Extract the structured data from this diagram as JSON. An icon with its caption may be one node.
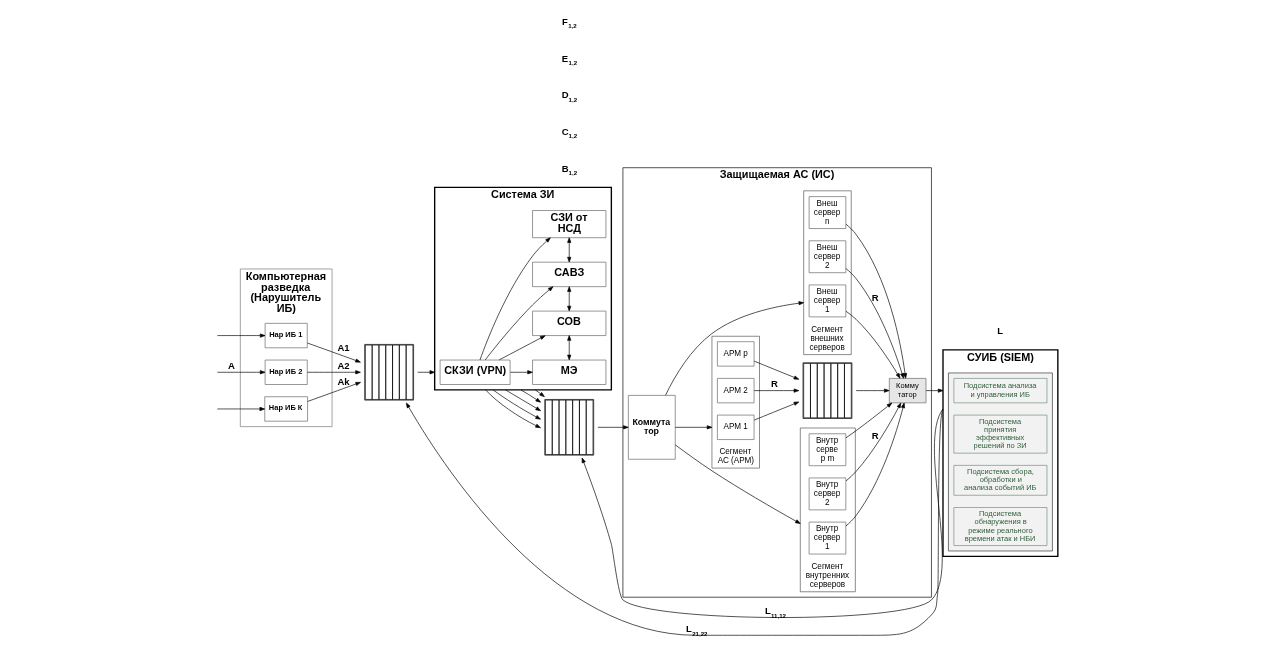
{
  "diagram": {
    "nodes": [
      {
        "text": [
          "Компьютерная разведка (Нарушитель ИБ)"
        ]
      },
      {
        "text": [
          "Нар ИБ 1"
        ],
        "in": 0
      },
      {
        "text": [
          "Нар ИБ 2"
        ],
        "in": 0
      },
      {
        "text": [
          "Нар ИБ К"
        ],
        "in": 0
      },
      {
        "text": [],
        "shape": "box"
      },
      {
        "text": [
          "Система ЗИ"
        ]
      },
      {
        "text": [
          "СКЗИ (VPN)"
        ],
        "in": 5
      },
      {
        "text": [
          "МЭ"
        ],
        "in": 5
      },
      {
        "text": [
          "СОВ"
        ],
        "in": 5
      },
      {
        "text": [
          "САВЗ"
        ],
        "in": 5
      },
      {
        "text": [
          "СЗИ от НСД"
        ],
        "in": 5
      },
      {
        "text": [],
        "shape": "box"
      },
      {
        "text": [
          "Защищаемая АС (ИС)"
        ]
      },
      {
        "text": [
          "Коммута тор"
        ],
        "in": 12
      },
      {
        "text": [
          "Сегмент внутренних серверов"
        ],
        "in": 12
      },
      {
        "text": [
          "Внутр сервер 1"
        ],
        "in": 14
      },
      {
        "text": [
          "Внутр сервер 2"
        ],
        "in": 14
      },
      {
        "text": [
          "Внутр серве р m"
        ],
        "in": 14
      },
      {
        "text": [
          "Сегмент АС (АРМ)"
        ],
        "in": 12
      },
      {
        "text": [
          "АРМ 1"
        ],
        "in": 18
      },
      {
        "text": [
          "АРМ 2"
        ],
        "in": 18
      },
      {
        "text": [
          "АРМ p"
        ],
        "in": 18
      },
      {
        "text": [
          "Сегмент внешних серверов"
        ],
        "in": 12
      },
      {
        "text": [
          "Внеш сервер 1"
        ],
        "in": 22
      },
      {
        "text": [
          "Внеш сервер 2"
        ],
        "in": 22
      },
      {
        "text": [
          "Внеш сервер n"
        ],
        "in": 22
      },
      {
        "text": [],
        "shape": "box",
        "in": 12
      },
      {
        "text": [
          "Комму татор"
        ],
        "in": 12
      },
      {
        "text": [
          "СУИБ (SIEM)"
        ]
      },
      {
        "text": [],
        "shape": "box",
        "in": 28
      },
      {
        "text": [
          "Подсистема анализа и управления ИБ"
        ],
        "in": 29
      },
      {
        "text": [
          "Подсистема принятия эффективных решений по ЗИ"
        ],
        "in": 29
      },
      {
        "text": [
          "Подсистема сбора, обработки и анализа событий ИБ"
        ],
        "in": 29
      },
      {
        "text": [
          "Подсистема обнаружения в режиме реального времени атак и НБИ"
        ],
        "in": 29
      }
    ],
    "edges": [
      {
        "from": null,
        "to": 1,
        "arrow": "to"
      },
      {
        "from": null,
        "to": 2,
        "arrow": "to",
        "label": "A"
      },
      {
        "from": null,
        "to": 3,
        "arrow": "to"
      },
      {
        "from": 1,
        "to": 4,
        "arrow": "to",
        "label": "A1"
      },
      {
        "from": 2,
        "to": 4,
        "arrow": "to",
        "label": "A2"
      },
      {
        "from": 3,
        "to": 4,
        "arrow": "to",
        "label": "Ak"
      },
      {
        "from": 4,
        "to": 5,
        "arrow": "to"
      },
      {
        "from": 6,
        "to": 7,
        "arrow": "to"
      },
      {
        "from": 6,
        "to": 8,
        "arrow": "to"
      },
      {
        "from": 6,
        "to": 9,
        "arrow": "to"
      },
      {
        "from": 6,
        "to": 10,
        "arrow": "to"
      },
      {
        "from": 7,
        "to": 8,
        "arrow": "both"
      },
      {
        "from": 8,
        "to": 9,
        "arrow": "both"
      },
      {
        "from": 9,
        "to": 10,
        "arrow": "both"
      },
      {
        "from": 5,
        "to": 11,
        "arrow": "to"
      },
      {
        "from": 5,
        "to": 11,
        "arrow": "to"
      },
      {
        "from": 5,
        "to": 11,
        "arrow": "to"
      },
      {
        "from": 5,
        "to": 11,
        "arrow": "to"
      },
      {
        "from": 5,
        "to": 11,
        "arrow": "to"
      },
      {
        "from": 11,
        "to": 13,
        "arrow": "to"
      },
      {
        "from": 13,
        "to": 14,
        "arrow": "to"
      },
      {
        "from": 13,
        "to": 18,
        "arrow": "to"
      },
      {
        "from": 13,
        "to": 22,
        "arrow": "to"
      },
      {
        "from": 15,
        "to": 27,
        "arrow": "to"
      },
      {
        "from": 16,
        "to": 27,
        "arrow": "to",
        "label": "R"
      },
      {
        "from": 17,
        "to": 27,
        "arrow": "to"
      },
      {
        "from": 19,
        "to": 26,
        "arrow": "to"
      },
      {
        "from": 20,
        "to": 26,
        "arrow": "to",
        "label": "R"
      },
      {
        "from": 21,
        "to": 26,
        "arrow": "to"
      },
      {
        "from": 26,
        "to": 27,
        "arrow": "to"
      },
      {
        "from": 23,
        "to": 27,
        "arrow": "to"
      },
      {
        "from": 24,
        "to": 27,
        "arrow": "to",
        "label": "R"
      },
      {
        "from": 25,
        "to": 27,
        "arrow": "to"
      },
      {
        "from": 27,
        "to": 28,
        "arrow": "to"
      },
      {
        "from": 28,
        "to": 4,
        "arrow": "to",
        "label": "L$_{21,22}$"
      },
      {
        "from": 28,
        "to": 11,
        "arrow": "to",
        "label": "L$_{11,12}$"
      }
    ],
    "labels": [
      "B$_{1,2}$",
      "C$_{1,2}$",
      "D$_{1,2}$",
      "E$_{1,2}$",
      "F$_{1,2}$",
      "L"
    ]
  }
}
